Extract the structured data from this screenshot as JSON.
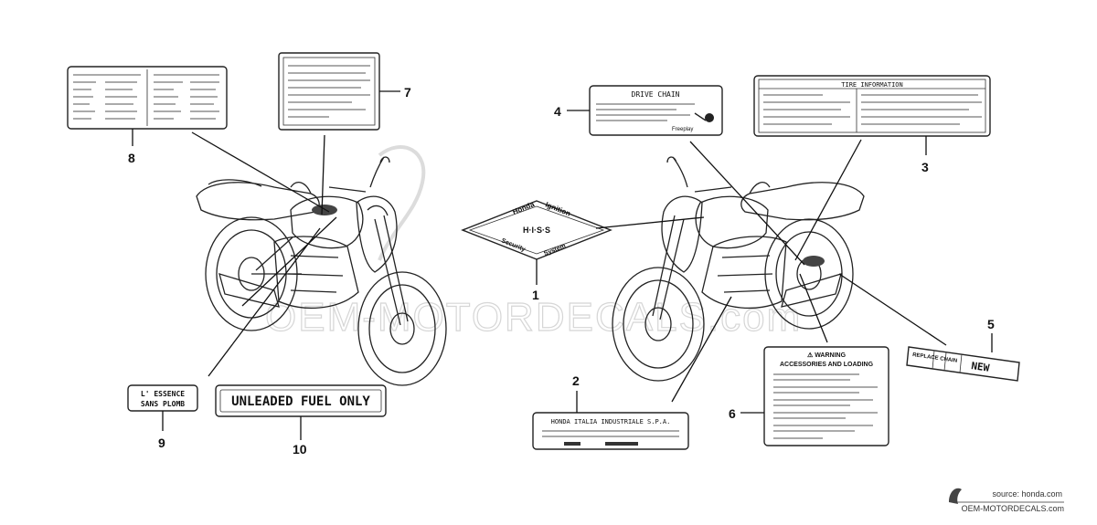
{
  "parts": [
    {
      "number": "1",
      "name": "H.I.S.S. label",
      "text_lines": [
        "Honda",
        "Ignition",
        "H·I·S·S",
        "Security",
        "System"
      ]
    },
    {
      "number": "2",
      "name": "Manufacturer plate",
      "text_lines": [
        "HONDA ITALIA INDUSTRIALE S.P.A."
      ]
    },
    {
      "number": "3",
      "name": "Tire information label",
      "text_lines": [
        "TIRE INFORMATION"
      ]
    },
    {
      "number": "4",
      "name": "Drive chain label",
      "text_lines": [
        "DRIVE CHAIN",
        "Freeplay"
      ]
    },
    {
      "number": "5",
      "name": "Chain wear label",
      "text_lines": [
        "REPLACE CHAIN",
        "NEW"
      ]
    },
    {
      "number": "6",
      "name": "Accessories warning label",
      "text_lines": [
        "⚠ WARNING",
        "ACCESSORIES AND LOADING"
      ]
    },
    {
      "number": "7",
      "name": "Caution label",
      "text_lines": []
    },
    {
      "number": "8",
      "name": "Specification label",
      "text_lines": []
    },
    {
      "number": "9",
      "name": "Fuel label (FR)",
      "text_lines": [
        "L' ESSENCE",
        "SANS PLOMB"
      ]
    },
    {
      "number": "10",
      "name": "Fuel label",
      "text_lines": [
        "UNLEADED FUEL ONLY"
      ]
    }
  ],
  "watermark": "OEM-MOTORDECALS.com",
  "footer": {
    "source": "source: honda.com",
    "brand": "OEM-MOTORDECALS.com"
  },
  "colors": {
    "ink": "#111111",
    "background": "#ffffff",
    "watermark": "#d6d6d6"
  }
}
